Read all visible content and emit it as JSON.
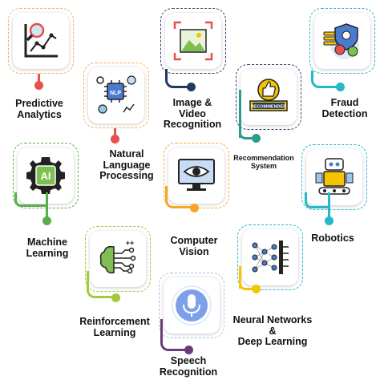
{
  "items": [
    {
      "id": "predictive-analytics",
      "label": "Predictive\nAnalytics",
      "color": "#e8504c",
      "icon": "chart-search-icon"
    },
    {
      "id": "nlp",
      "label": "Natural\nLanguage\nProcessing",
      "color": "#e8504c",
      "icon": "nlp-chip-icon"
    },
    {
      "id": "image-video",
      "label": "Image &\nVideo\nRecognition",
      "color": "#1f3a5f",
      "icon": "image-frame-icon"
    },
    {
      "id": "recommendation",
      "label": "Recommendation\nSystem",
      "color": "#1f3a5f",
      "icon": "thumbs-up-badge-icon"
    },
    {
      "id": "fraud",
      "label": "Fraud\nDetection",
      "color": "#25b8c8",
      "icon": "fraud-shield-icon"
    },
    {
      "id": "machine-learning",
      "label": "Machine\nLearning",
      "color": "#5aae4a",
      "icon": "ai-gear-icon"
    },
    {
      "id": "computer-vision",
      "label": "Computer\nVision",
      "color": "#f5a623",
      "icon": "monitor-eye-icon"
    },
    {
      "id": "robotics",
      "label": "Robotics",
      "color": "#25b8c8",
      "icon": "robot-icon"
    },
    {
      "id": "reinforcement",
      "label": "Reinforcement\nLearning",
      "color": "#a4c939",
      "icon": "brain-circuit-icon"
    },
    {
      "id": "neural-networks",
      "label": "Neural Networks\n&\nDeep Learning",
      "color": "#f5c400",
      "icon": "neural-network-icon"
    },
    {
      "id": "speech",
      "label": "Speech\nRecognition",
      "color": "#6a3d7a",
      "icon": "microphone-icon"
    }
  ]
}
